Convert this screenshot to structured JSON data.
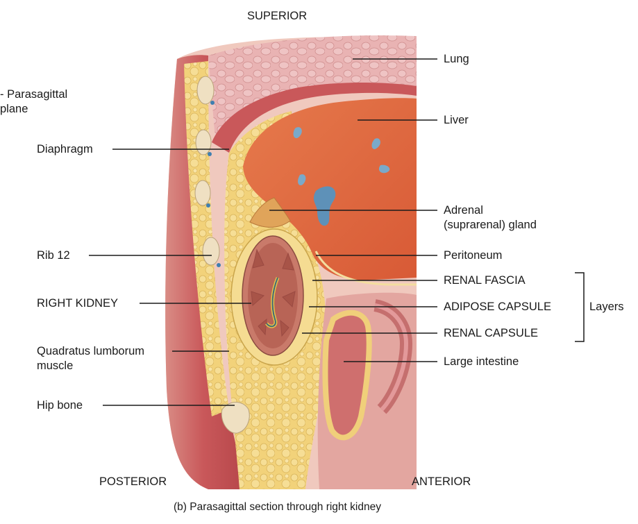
{
  "orientation": {
    "superior": "SUPERIOR",
    "posterior": "POSTERIOR",
    "anterior": "ANTERIOR"
  },
  "left_labels": {
    "parasagittal_plane": "- Parasagittal\nplane",
    "diaphragm": "Diaphragm",
    "rib_12": "Rib 12",
    "right_kidney": "RIGHT KIDNEY",
    "quadratus_lumborum": "Quadratus lumborum\nmuscle",
    "hip_bone": "Hip bone"
  },
  "right_labels": {
    "lung": "Lung",
    "liver": "Liver",
    "adrenal_gland": "Adrenal\n(suprarenal) gland",
    "peritoneum": "Peritoneum",
    "renal_fascia": "RENAL FASCIA",
    "adipose_capsule": "ADIPOSE CAPSULE",
    "renal_capsule": "RENAL CAPSULE",
    "large_intestine": "Large intestine",
    "layers": "Layers"
  },
  "caption": "(b) Parasagittal section through right kidney",
  "colors": {
    "liver": "#e0683f",
    "fat": "#f2d27a",
    "muscle": "#c9585a",
    "lung": "#e9b3b3",
    "kidney": "#c97a6a",
    "intestine": "#d9898a",
    "leader": "#1a1a1a"
  }
}
